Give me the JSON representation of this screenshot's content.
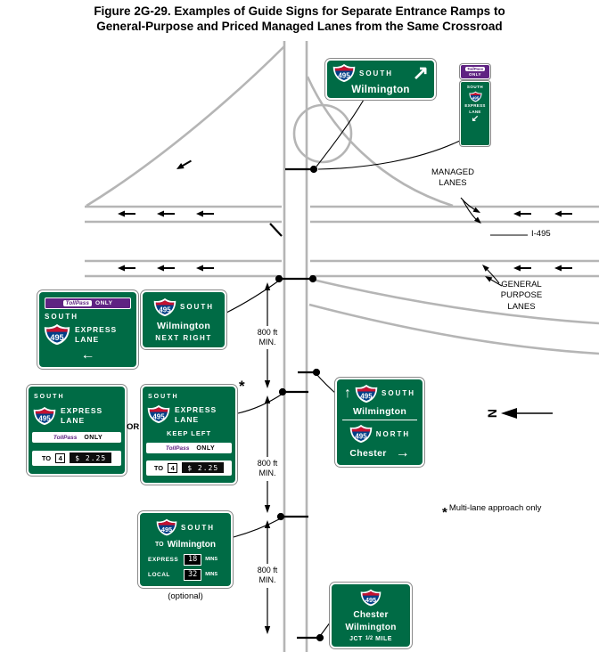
{
  "title": {
    "line1": "Figure 2G-29.  Examples of Guide Signs for Separate Entrance Ramps to",
    "line2": "General-Purpose and Priced Managed Lanes from the Same Crossroad"
  },
  "route_number": "495",
  "colors": {
    "sign_green": "#006B45",
    "toll_purple": "#5f2382",
    "shield_blue": "#003F87",
    "shield_red": "#c41230",
    "road_gray": "#b5b5b5",
    "panel_black": "#0d0d0d",
    "white": "#ffffff"
  },
  "signs": {
    "wilmington_exit": {
      "cardinal": "SOUTH",
      "city": "Wilmington",
      "arrow": "↗"
    },
    "tollpass_vertical": {
      "brand": "TollPass",
      "only": "ONLY",
      "cardinal": "SOUTH",
      "express": "EXPRESS",
      "lane": "LANE",
      "arrow": "↙"
    },
    "express_left": {
      "brand": "TollPass",
      "only": "ONLY",
      "cardinal": "SOUTH",
      "express": "EXPRESS",
      "lane": "LANE",
      "arrow": "←"
    },
    "next_right": {
      "cardinal": "SOUTH",
      "city": "Wilmington",
      "note": "NEXT RIGHT"
    },
    "express_a": {
      "cardinal": "SOUTH",
      "express": "EXPRESS",
      "lane": "LANE",
      "brand": "TollPass",
      "only": "ONLY",
      "to": "TO",
      "occupancy": "4",
      "rate": "$ 2.25"
    },
    "express_b": {
      "cardinal": "SOUTH",
      "express": "EXPRESS",
      "lane": "LANE",
      "keep_left": "KEEP LEFT",
      "brand": "TollPass",
      "only": "ONLY",
      "to": "TO",
      "occupancy": "4",
      "rate": "$ 2.25"
    },
    "dual": {
      "up_arrow": "↑",
      "cardinal_south": "SOUTH",
      "city_south": "Wilmington",
      "cardinal_north": "NORTH",
      "city_north": "Chester",
      "right_arrow": "→"
    },
    "travel_time": {
      "cardinal": "SOUTH",
      "to": "TO",
      "city": "Wilmington",
      "row1_label": "EXPRESS",
      "row1_time": "18",
      "row1_units": "MINS",
      "row2_label": "LOCAL",
      "row2_time": "32",
      "row2_units": "MINS"
    },
    "junction": {
      "city1": "Chester",
      "city2": "Wilmington",
      "jct": "JCT",
      "fraction": "1/2",
      "mile": "MILE"
    }
  },
  "annotations": {
    "managed_lanes": "MANAGED\nLANES",
    "freeway_name": "I-495",
    "general_purpose": "GENERAL\nPURPOSE\nLANES",
    "spacing": "800 ft\nMIN.",
    "north": "N",
    "or": "OR",
    "star": "*",
    "footnote": "Multi-lane approach only",
    "optional": "(optional)"
  }
}
